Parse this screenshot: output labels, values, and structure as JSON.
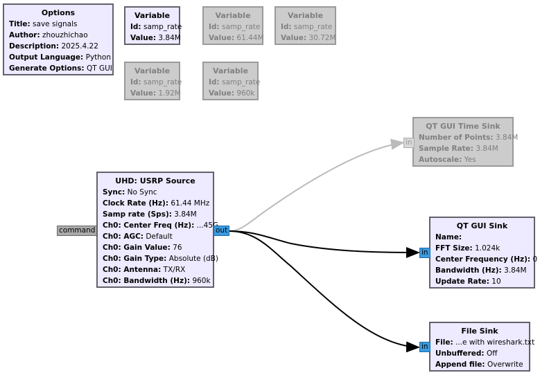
{
  "options": {
    "title": "Options",
    "rows": [
      {
        "k": "Title:",
        "v": "save signals"
      },
      {
        "k": "Author:",
        "v": "zhouzhichao"
      },
      {
        "k": "Description:",
        "v": "2025.4.22"
      },
      {
        "k": "Output Language:",
        "v": "Python"
      },
      {
        "k": "Generate Options:",
        "v": "QT GUI"
      }
    ]
  },
  "variables": [
    {
      "title": "Variable",
      "id_label": "Id:",
      "id": "samp_rate",
      "value_label": "Value:",
      "value": "3.84M",
      "disabled": false
    },
    {
      "title": "Variable",
      "id_label": "Id:",
      "id": "samp_rate",
      "value_label": "Value:",
      "value": "61.44M",
      "disabled": true
    },
    {
      "title": "Variable",
      "id_label": "Id:",
      "id": "samp_rate",
      "value_label": "Value:",
      "value": "30.72M",
      "disabled": true
    },
    {
      "title": "Variable",
      "id_label": "Id:",
      "id": "samp_rate",
      "value_label": "Value:",
      "value": "1.92M",
      "disabled": true
    },
    {
      "title": "Variable",
      "id_label": "Id:",
      "id": "samp_rate",
      "value_label": "Value:",
      "value": "960k",
      "disabled": true
    }
  ],
  "usrp": {
    "title": "UHD: USRP Source",
    "rows": [
      {
        "k": "Sync:",
        "v": "No Sync"
      },
      {
        "k": "Clock Rate (Hz):",
        "v": "61.44 MHz"
      },
      {
        "k": "Samp rate (Sps):",
        "v": "3.84M"
      },
      {
        "k": "Ch0: Center Freq (Hz):",
        "v": "...45G"
      },
      {
        "k": "Ch0: AGC:",
        "v": "Default"
      },
      {
        "k": "Ch0: Gain Value:",
        "v": "76"
      },
      {
        "k": "Ch0: Gain Type:",
        "v": "Absolute (dB)"
      },
      {
        "k": "Ch0: Antenna:",
        "v": "TX/RX"
      },
      {
        "k": "Ch0: Bandwidth (Hz):",
        "v": "960k"
      }
    ],
    "in_port": "command",
    "out_port": "out"
  },
  "time_sink": {
    "title": "QT GUI Time Sink",
    "rows": [
      {
        "k": "Number of Points:",
        "v": "3.84M"
      },
      {
        "k": "Sample Rate:",
        "v": "3.84M"
      },
      {
        "k": "Autoscale:",
        "v": "Yes"
      }
    ],
    "in_port": "in"
  },
  "qt_sink": {
    "title": "QT GUI Sink",
    "rows": [
      {
        "k": "Name:",
        "v": ""
      },
      {
        "k": "FFT Size:",
        "v": "1.024k"
      },
      {
        "k": "Center Frequency (Hz):",
        "v": "0"
      },
      {
        "k": "Bandwidth (Hz):",
        "v": "3.84M"
      },
      {
        "k": "Update Rate:",
        "v": "10"
      }
    ],
    "in_port": "in"
  },
  "file_sink": {
    "title": "File Sink",
    "rows": [
      {
        "k": "File:",
        "v": "...e with wireshark.txt"
      },
      {
        "k": "Unbuffered:",
        "v": "Off"
      },
      {
        "k": "Append file:",
        "v": "Overwrite"
      }
    ],
    "in_port": "in"
  },
  "colors": {
    "block_bg": "#eeeaff",
    "disabled_bg": "#cccccc",
    "port_stream": "#3a9be0",
    "connection": "#000000",
    "disabled_connection": "#bbbbbb"
  }
}
